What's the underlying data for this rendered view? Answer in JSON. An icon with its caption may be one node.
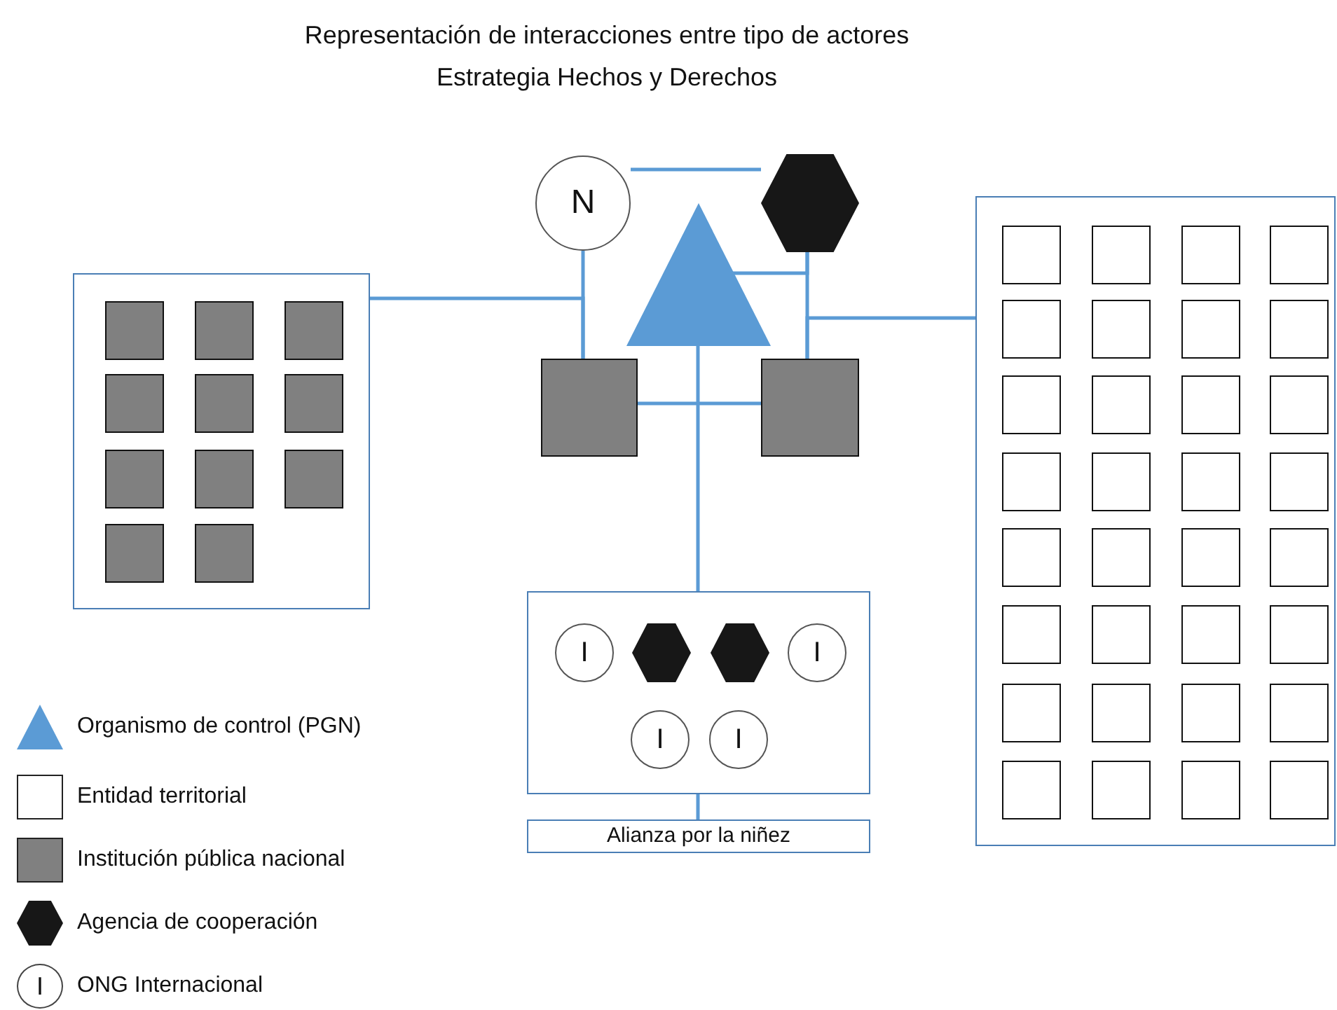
{
  "diagram": {
    "title": "Representación de interacciones entre tipo de actores Estrategia Hechos y Derechos",
    "nodes": [
      {
        "text": [
          "N"
        ]
      },
      {
        "text": [],
        "shape": "hexagon"
      },
      {
        "text": [],
        "shape": "triangle"
      },
      {
        "text": [],
        "shape": "box"
      },
      {
        "text": [],
        "shape": "box"
      },
      {
        "text": [],
        "shape": "box"
      },
      {
        "text": [],
        "shape": "box",
        "in": 5
      },
      {
        "text": [],
        "shape": "box",
        "in": 5
      },
      {
        "text": [],
        "shape": "box",
        "in": 5
      },
      {
        "text": [],
        "shape": "box",
        "in": 5
      },
      {
        "text": [],
        "shape": "box",
        "in": 5
      },
      {
        "text": [],
        "shape": "box",
        "in": 5
      },
      {
        "text": [],
        "shape": "box",
        "in": 5
      },
      {
        "text": [],
        "shape": "box",
        "in": 5
      },
      {
        "text": [],
        "shape": "box",
        "in": 5
      },
      {
        "text": [],
        "shape": "box",
        "in": 5
      },
      {
        "text": [],
        "shape": "box",
        "in": 5
      },
      {
        "text": [],
        "shape": "box"
      },
      {
        "text": [],
        "shape": "box",
        "in": 17
      },
      {
        "text": [],
        "shape": "box",
        "in": 17
      },
      {
        "text": [],
        "shape": "box",
        "in": 17
      },
      {
        "text": [],
        "shape": "box",
        "in": 17
      },
      {
        "text": [],
        "shape": "box",
        "in": 17
      },
      {
        "text": [],
        "shape": "box",
        "in": 17
      },
      {
        "text": [],
        "shape": "box",
        "in": 17
      },
      {
        "text": [],
        "shape": "box",
        "in": 17
      },
      {
        "text": [],
        "shape": "box",
        "in": 17
      },
      {
        "text": [],
        "shape": "box",
        "in": 17
      },
      {
        "text": [],
        "shape": "box",
        "in": 17
      },
      {
        "text": [],
        "shape": "box",
        "in": 17
      },
      {
        "text": [],
        "shape": "box",
        "in": 17
      },
      {
        "text": [],
        "shape": "box",
        "in": 17
      },
      {
        "text": [],
        "shape": "box",
        "in": 17
      },
      {
        "text": [],
        "shape": "box",
        "in": 17
      },
      {
        "text": [],
        "shape": "box",
        "in": 17
      },
      {
        "text": [],
        "shape": "box",
        "in": 17
      },
      {
        "text": [],
        "shape": "box",
        "in": 17
      },
      {
        "text": [],
        "shape": "box",
        "in": 17
      },
      {
        "text": [],
        "shape": "box",
        "in": 17
      },
      {
        "text": [],
        "shape": "box",
        "in": 17
      },
      {
        "text": [],
        "shape": "box",
        "in": 17
      },
      {
        "text": [],
        "shape": "box",
        "in": 17
      },
      {
        "text": [],
        "shape": "box",
        "in": 17
      },
      {
        "text": [],
        "shape": "box",
        "in": 17
      },
      {
        "text": [],
        "shape": "box",
        "in": 17
      },
      {
        "text": [],
        "shape": "box",
        "in": 17
      },
      {
        "text": [],
        "shape": "box",
        "in": 17
      },
      {
        "text": [],
        "shape": "box",
        "in": 17
      },
      {
        "text": [],
        "shape": "box",
        "in": 17
      },
      {
        "text": [],
        "shape": "box",
        "in": 17
      },
      {
        "text": [],
        "shape": "box"
      },
      {
        "text": [
          "I"
        ],
        "in": 50
      },
      {
        "text": [],
        "shape": "hexagon",
        "in": 50
      },
      {
        "text": [],
        "shape": "hexagon",
        "in": 50
      },
      {
        "text": [
          "I"
        ],
        "in": 50
      },
      {
        "text": [
          "I"
        ],
        "in": 50
      },
      {
        "text": [
          "I"
        ],
        "in": 50
      },
      {
        "text": [
          "Alianza por la niñez"
        ]
      }
    ],
    "edges": [
      {
        "from": 0,
        "to": 1,
        "arrow": "none"
      },
      {
        "from": 0,
        "to": 3,
        "arrow": "none"
      },
      {
        "from": 5,
        "to": 3,
        "arrow": "none"
      },
      {
        "from": 2,
        "to": 1,
        "arrow": "none"
      },
      {
        "from": 1,
        "to": 4,
        "arrow": "none"
      },
      {
        "from": 17,
        "to": 4,
        "arrow": "none"
      },
      {
        "from": 3,
        "to": 4,
        "arrow": "none"
      },
      {
        "from": 2,
        "to": 50,
        "arrow": "none"
      },
      {
        "from": 50,
        "to": 57,
        "arrow": "none"
      }
    ],
    "labels": [
      "I"
    ],
    "legend": [
      {
        "text": "Organismo de control (PGN)"
      },
      {
        "text": "Entidad territorial"
      },
      {
        "text": "Institución pública nacional"
      },
      {
        "text": "Agencia de cooperación"
      },
      {
        "text": "ONG Internacional"
      }
    ]
  }
}
